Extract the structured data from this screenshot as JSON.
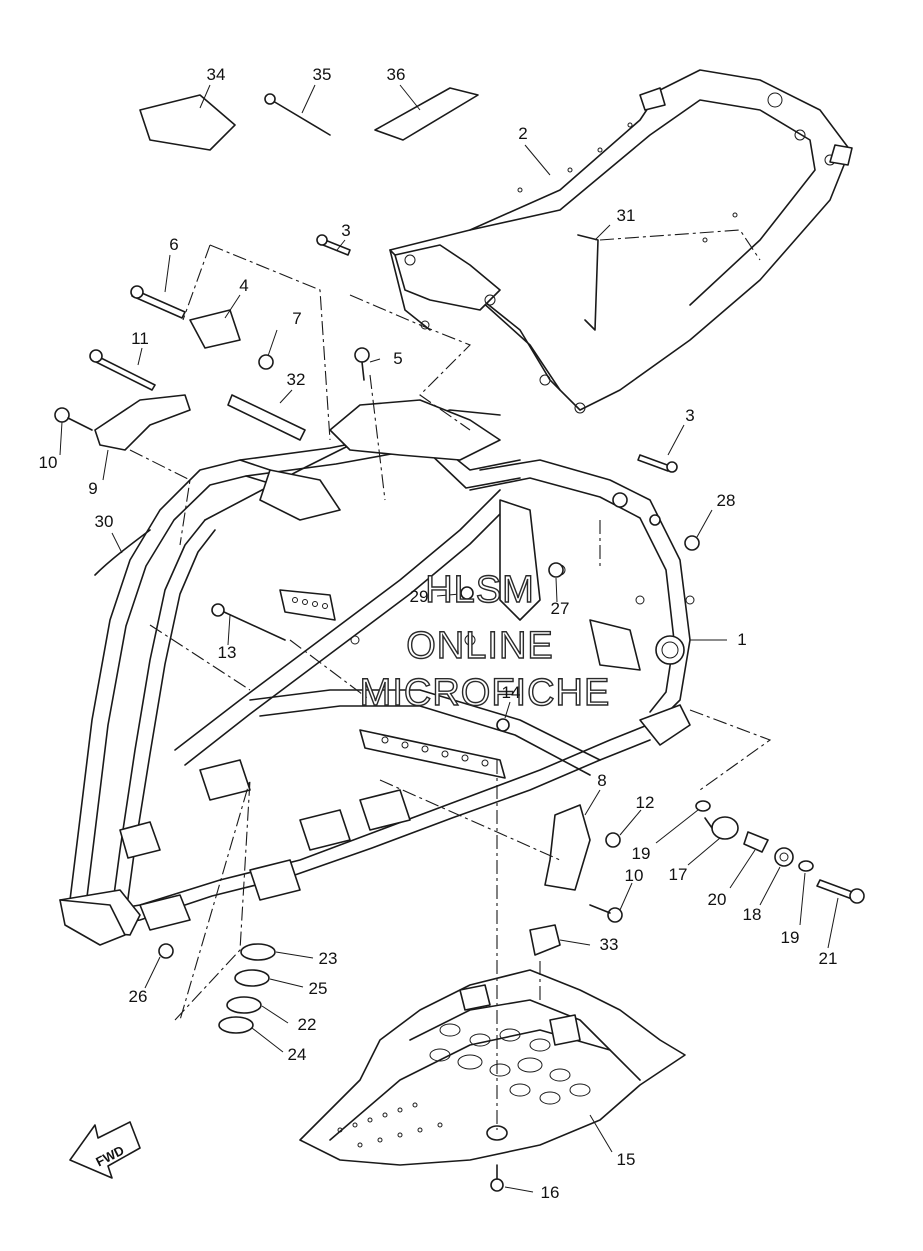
{
  "callouts": [
    {
      "id": "n1",
      "text": "1"
    },
    {
      "id": "n2",
      "text": "2"
    },
    {
      "id": "n3a",
      "text": "3"
    },
    {
      "id": "n3b",
      "text": "3"
    },
    {
      "id": "n4",
      "text": "4"
    },
    {
      "id": "n5",
      "text": "5"
    },
    {
      "id": "n6",
      "text": "6"
    },
    {
      "id": "n7",
      "text": "7"
    },
    {
      "id": "n8",
      "text": "8"
    },
    {
      "id": "n9",
      "text": "9"
    },
    {
      "id": "n10a",
      "text": "10"
    },
    {
      "id": "n10b",
      "text": "10"
    },
    {
      "id": "n11",
      "text": "11"
    },
    {
      "id": "n12",
      "text": "12"
    },
    {
      "id": "n13",
      "text": "13"
    },
    {
      "id": "n14",
      "text": "14"
    },
    {
      "id": "n15",
      "text": "15"
    },
    {
      "id": "n16",
      "text": "16"
    },
    {
      "id": "n17",
      "text": "17"
    },
    {
      "id": "n18",
      "text": "18"
    },
    {
      "id": "n19a",
      "text": "19"
    },
    {
      "id": "n19b",
      "text": "19"
    },
    {
      "id": "n20",
      "text": "20"
    },
    {
      "id": "n21",
      "text": "21"
    },
    {
      "id": "n22",
      "text": "22"
    },
    {
      "id": "n23",
      "text": "23"
    },
    {
      "id": "n24",
      "text": "24"
    },
    {
      "id": "n25",
      "text": "25"
    },
    {
      "id": "n26",
      "text": "26"
    },
    {
      "id": "n27",
      "text": "27"
    },
    {
      "id": "n28",
      "text": "28"
    },
    {
      "id": "n29",
      "text": "29"
    },
    {
      "id": "n30",
      "text": "30"
    },
    {
      "id": "n31",
      "text": "31"
    },
    {
      "id": "n32",
      "text": "32"
    },
    {
      "id": "n33",
      "text": "33"
    },
    {
      "id": "n34",
      "text": "34"
    },
    {
      "id": "n35",
      "text": "35"
    },
    {
      "id": "n36",
      "text": "36"
    }
  ],
  "watermark": {
    "line1": "HLSM",
    "line2": "ONLINE",
    "line3": "MICROFICHE"
  },
  "direction_badge": {
    "label": "FWD"
  },
  "colors": {
    "ink": "#1a1a1a",
    "paper": "#ffffff"
  }
}
